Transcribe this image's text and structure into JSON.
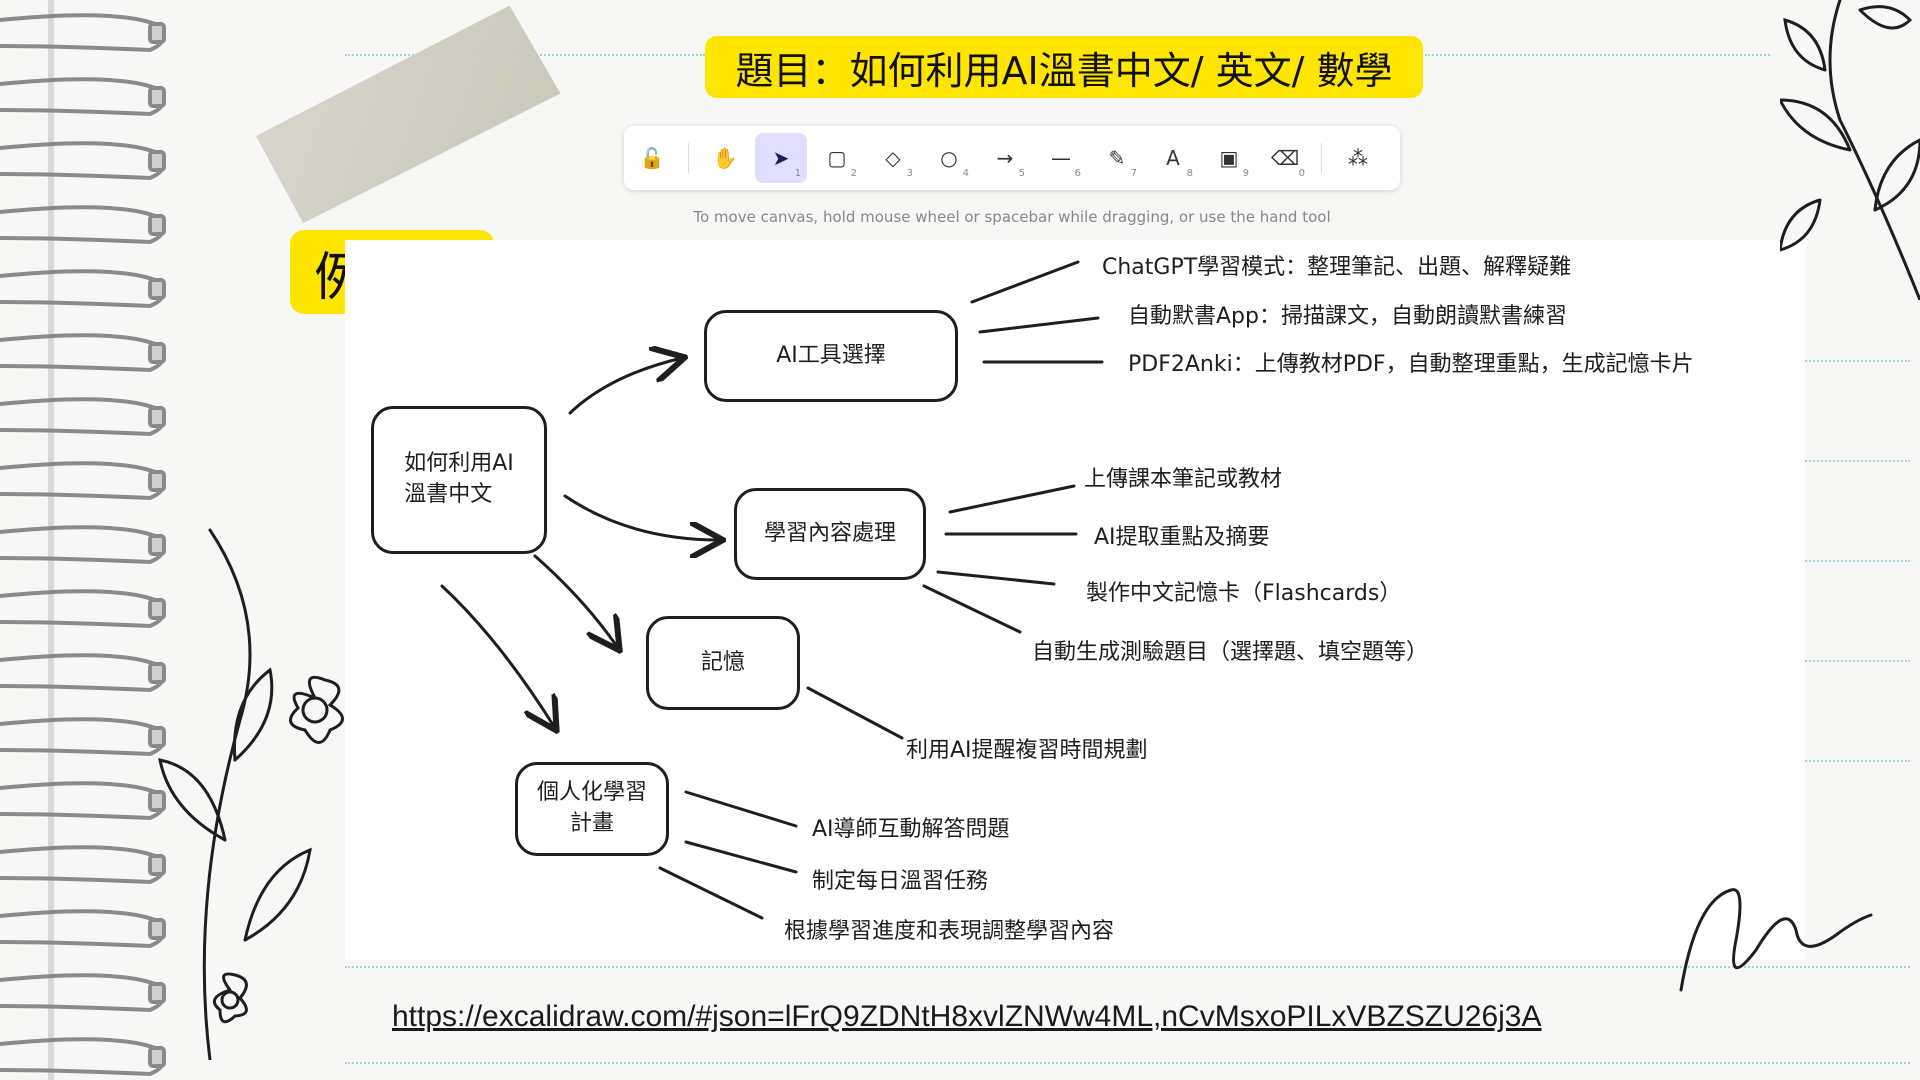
{
  "title": "題目：如何利用AI溫書中文/ 英文/ 數學",
  "example_label": "例子：",
  "toolbar": {
    "tools": [
      {
        "icon": "lock-icon",
        "glyph": "🔓",
        "num": ""
      },
      {
        "icon": "hand-icon",
        "glyph": "✋",
        "num": ""
      },
      {
        "icon": "pointer-icon",
        "glyph": "➤",
        "num": "1"
      },
      {
        "icon": "rectangle-icon",
        "glyph": "▢",
        "num": "2"
      },
      {
        "icon": "diamond-icon",
        "glyph": "◇",
        "num": "3"
      },
      {
        "icon": "ellipse-icon",
        "glyph": "○",
        "num": "4"
      },
      {
        "icon": "arrow-icon",
        "glyph": "→",
        "num": "5"
      },
      {
        "icon": "line-icon",
        "glyph": "—",
        "num": "6"
      },
      {
        "icon": "pencil-icon",
        "glyph": "✎",
        "num": "7"
      },
      {
        "icon": "text-icon",
        "glyph": "A",
        "num": "8"
      },
      {
        "icon": "image-icon",
        "glyph": "▣",
        "num": "9"
      },
      {
        "icon": "eraser-icon",
        "glyph": "⌫",
        "num": "0"
      },
      {
        "icon": "shapes-library-icon",
        "glyph": "⁂",
        "num": ""
      }
    ],
    "active_index": 2,
    "hint": "To move canvas, hold mouse wheel or spacebar while dragging, or use the hand tool"
  },
  "diagram": {
    "center": "如何利用AI\n溫書中文",
    "branches": {
      "tools": {
        "label": "AI工具選擇",
        "leaves": [
          "ChatGPT學習模式：整理筆記、出題、解釋疑難",
          "自動默書App：掃描課文，自動朗讀默書練習",
          "PDF2Anki：上傳教材PDF，自動整理重點，生成記憶卡片"
        ]
      },
      "content": {
        "label": "學習內容處理",
        "leaves": [
          "上傳課本筆記或教材",
          "AI提取重點及摘要",
          "製作中文記憶卡（Flashcards）",
          "自動生成測驗題目（選擇題、填空題等）"
        ]
      },
      "memory": {
        "label": "記憶",
        "leaves": [
          "利用AI提醒複習時間規劃"
        ]
      },
      "plan": {
        "label": "個人化學習\n計畫",
        "leaves": [
          "AI導師互動解答問題",
          "制定每日溫習任務",
          "根據學習進度和表現調整學習內容"
        ]
      }
    }
  },
  "link_text": "https://excalidraw.com/#json=lFrQ9ZDNtH8xvlZNWw4ML,nCvMsxoPILxVBZSZU26j3A",
  "colors": {
    "highlight": "#ffe500",
    "active_tool": "#e0dfff",
    "ink": "#1e1e1e"
  }
}
